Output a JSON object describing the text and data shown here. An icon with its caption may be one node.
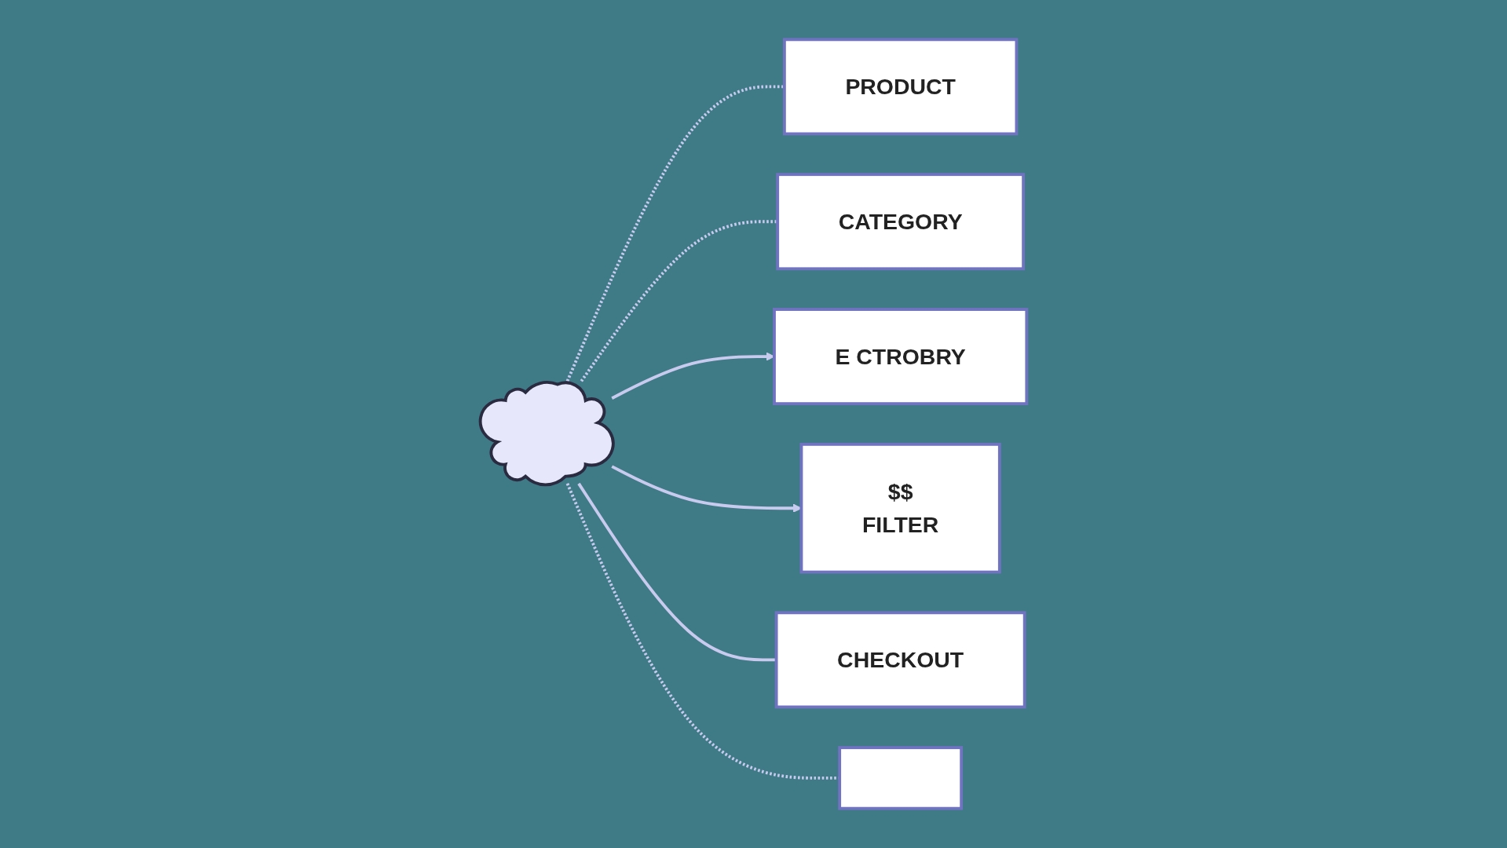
{
  "diagram": {
    "nodes": [
      {
        "text": [],
        "shape": "cloud"
      },
      {
        "text": [
          "PRODUCT"
        ]
      },
      {
        "text": [
          "CATEGORY"
        ]
      },
      {
        "text": [
          "E CTROBRY"
        ]
      },
      {
        "text": [
          "$$",
          "FILTER"
        ]
      },
      {
        "text": [
          "CHECKOUT"
        ]
      },
      {
        "text": [],
        "shape": "box"
      }
    ],
    "edges": [
      {
        "from": 0,
        "to": 1,
        "arrow": "none",
        "style": "dashed"
      },
      {
        "from": 0,
        "to": 2,
        "arrow": "none",
        "style": "dashed"
      },
      {
        "from": 0,
        "to": 3,
        "arrow": "to"
      },
      {
        "from": 0,
        "to": 4,
        "arrow": "to"
      },
      {
        "from": 0,
        "to": 5,
        "arrow": "none"
      },
      {
        "from": 0,
        "to": 6,
        "arrow": "none",
        "style": "dashed"
      }
    ]
  }
}
